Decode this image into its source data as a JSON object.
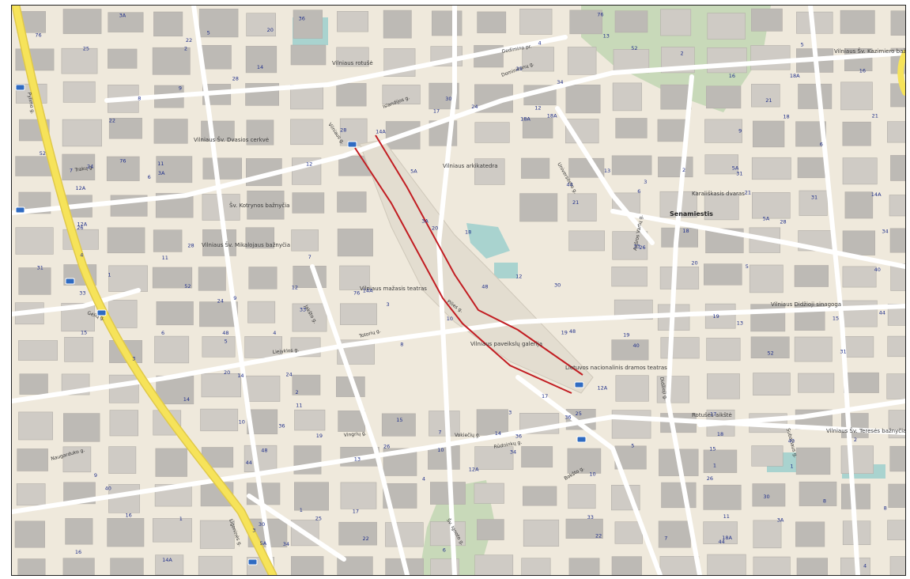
{
  "map": {
    "district": "Senamiestis",
    "colors": {
      "land": "#efe9dc",
      "block": "#cfcbc5",
      "building": "#bdbab5",
      "road": "#ffffff",
      "major_road": "#f6e35a",
      "park": "#c8d9b9",
      "water": "#a9d3cf",
      "highlight": "#c21d22",
      "number": "#1f2f8a"
    },
    "icons": [
      "bus-stop-icon"
    ],
    "streets": [
      "Pylimo g.",
      "Vilniaus g.",
      "Trakų g.",
      "Islandijos g.",
      "Gedimino pr.",
      "Totorių g.",
      "Dominikonų g.",
      "Pilies g.",
      "Didžioji g.",
      "Vokiečių g.",
      "Vingrių g.",
      "Ligoninės g.",
      "Gėlių g.",
      "Liejyklos g.",
      "Jakšto g.",
      "Bokšto g.",
      "Rūdninkų g.",
      "Naugarduko g.",
      "Aušros Vartų g.",
      "Subačiaus g.",
      "Šv. Ignoto g.",
      "Universiteto g."
    ],
    "places": [
      "Vilniaus Šv. Dvasios cerkvė",
      "Vilniaus rotušė",
      "Šv. Kotrynos bažnyčia",
      "Vilniaus arkikatedra",
      "Lietuvos nacionalinis dramos teatras",
      "Vilniaus mažasis teatras",
      "Vilniaus Šv. Mikalojaus bažnyčia",
      "Karališkasis dvaras",
      "Vilniaus paveikslų galerija",
      "Rotušės aikštė",
      "Vilniaus Didžioji sinagoga",
      "Vilniaus Šv. Kazimiero bažnyčia",
      "Vilniaus Šv. Teresės bažnyčia"
    ],
    "numbers": [
      "1",
      "2",
      "3",
      "4",
      "5",
      "6",
      "7",
      "8",
      "9",
      "10",
      "11",
      "12",
      "13",
      "14",
      "15",
      "16",
      "17",
      "18",
      "19",
      "20",
      "21",
      "22",
      "24",
      "25",
      "26",
      "28",
      "30",
      "31",
      "33",
      "34",
      "36",
      "40",
      "44",
      "48",
      "52",
      "76",
      "3A",
      "5A",
      "12A",
      "14A",
      "18A"
    ]
  }
}
